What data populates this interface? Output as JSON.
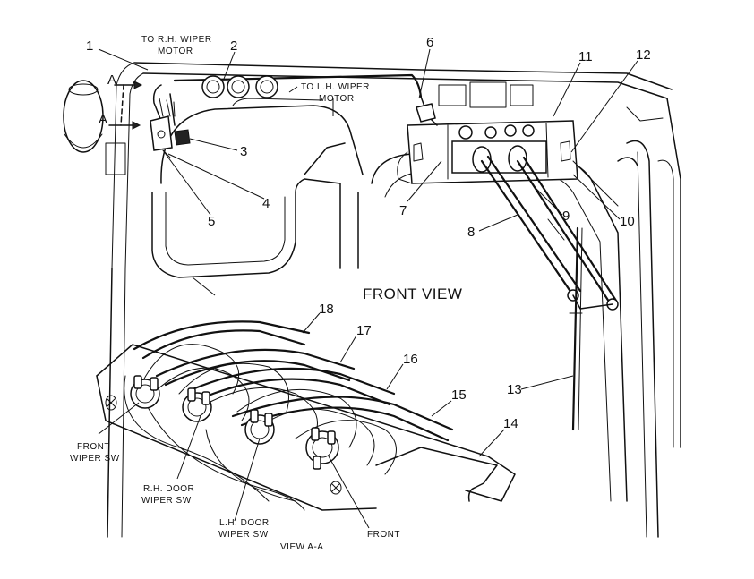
{
  "labels": {
    "front_view": "FRONT VIEW",
    "view_aa": "VIEW A-A",
    "section_a_top": "A",
    "section_a_bottom": "A",
    "to_rh_wiper_line1": "TO R.H. WIPER",
    "to_rh_wiper_line2": "MOTOR",
    "to_lh_wiper_line1": "TO L.H. WIPER",
    "to_lh_wiper_line2": "MOTOR",
    "front_wiper_sw_line1": "FRONT",
    "front_wiper_sw_line2": "WIPER SW",
    "rh_door_wiper_sw_line1": "R.H. DOOR",
    "rh_door_wiper_sw_line2": "WIPER SW",
    "lh_door_wiper_sw_line1": "L.H. DOOR",
    "lh_door_wiper_sw_line2": "WIPER SW",
    "front": "FRONT"
  },
  "callouts": {
    "c1": "1",
    "c2": "2",
    "c3": "3",
    "c4": "4",
    "c5": "5",
    "c6": "6",
    "c7": "7",
    "c8": "8",
    "c9": "9",
    "c10": "10",
    "c11": "11",
    "c12": "12",
    "c13": "13",
    "c14": "14",
    "c15": "15",
    "c16": "16",
    "c17": "17",
    "c18": "18"
  }
}
